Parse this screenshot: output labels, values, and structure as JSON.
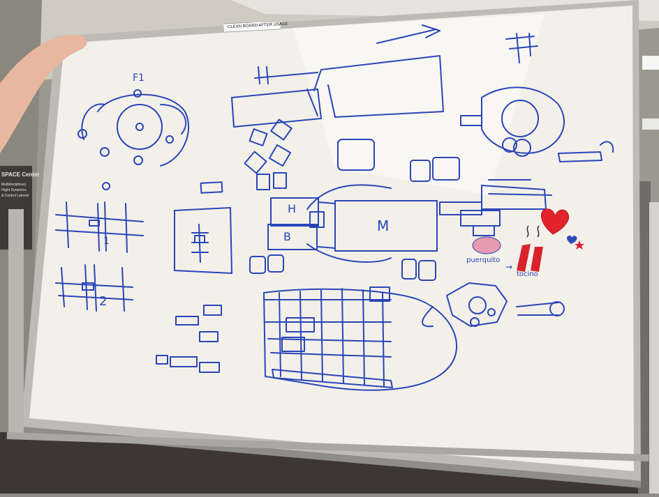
{
  "photo": {
    "colors": {
      "wall": "#9a978f",
      "board_surface": "#f3f1ea",
      "board_frame": "#b9b8b2",
      "marker_blue": "#2a45b8",
      "marker_red": "#d8232a",
      "floor": "#3a3532"
    }
  },
  "board": {
    "top_label": "CLEAN BOARD AFTER USAGE"
  },
  "wall_sign": {
    "title": "SPACE Center",
    "lines": [
      "Multidisciplinary",
      "Flight Dynamics",
      "& Control Laborat"
    ]
  },
  "drawing": {
    "top_left_label": "F1",
    "grid_label_1": "1",
    "grid_label_2": "2",
    "box_h": "H",
    "box_b": "B",
    "box_m": "M",
    "pig_caption": "puerquito",
    "bacon_caption": "tocino",
    "arrow_glyph": "→"
  }
}
